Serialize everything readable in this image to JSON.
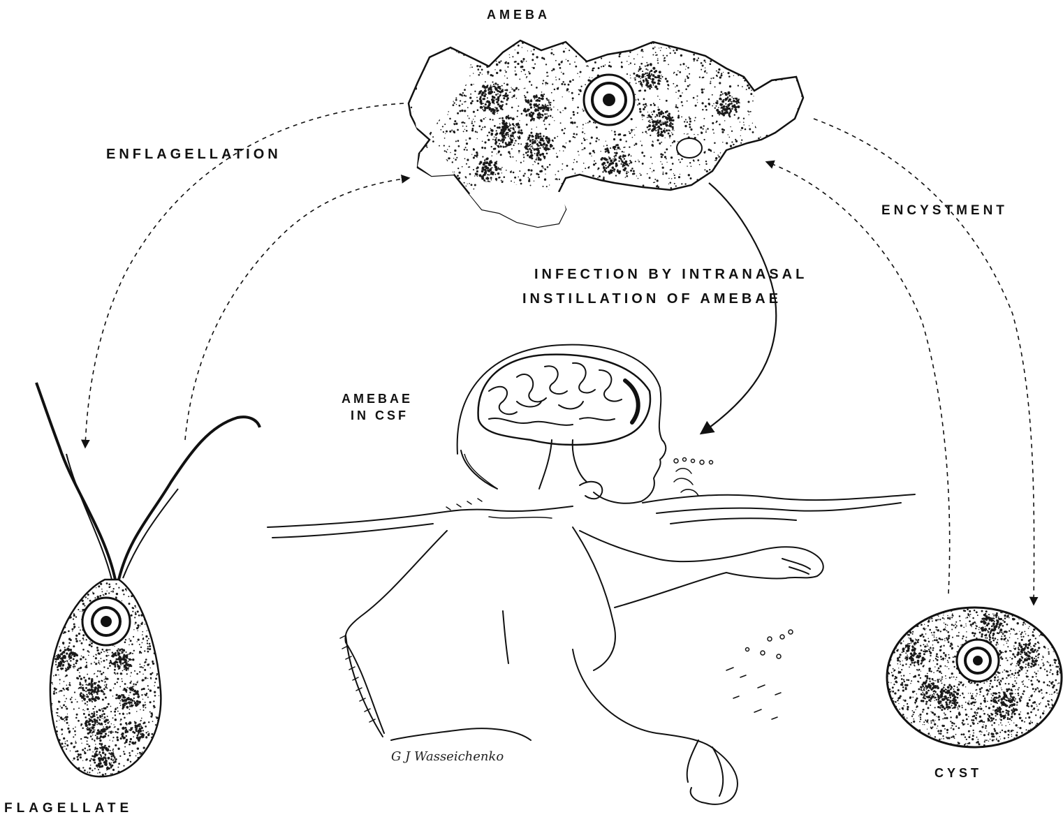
{
  "labels": {
    "ameba": "AMEBA",
    "enflagellation": "ENFLAGELLATION",
    "encystment": "ENCYSTMENT",
    "infection_line1": "INFECTION BY INTRANASAL",
    "infection_line2": "INSTILLATION OF AMEBAE",
    "amebae_csf_line1": "AMEBAE",
    "amebae_csf_line2": "IN CSF",
    "flagellate": "FLAGELLATE",
    "cyst": "CYST",
    "artist_signature": "G J Wasseichenko"
  },
  "colors": {
    "ink": "#111111",
    "stipple": "#1a1a1a",
    "background": "#ffffff"
  }
}
